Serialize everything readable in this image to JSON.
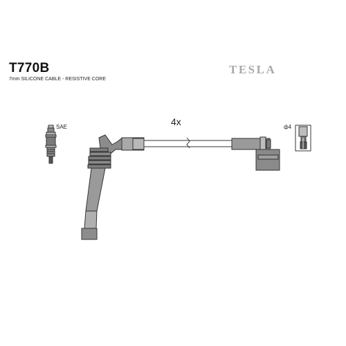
{
  "header": {
    "part_number": "T770B",
    "specification": "7mm SILICONE CABLE - RESISTIVE CORE",
    "brand": "TESLA"
  },
  "labels": {
    "plug_standard": "SAE",
    "quantity": "4x",
    "diameter": "ф4"
  },
  "colors": {
    "part_fill": "#9a9a9a",
    "outline": "#333333",
    "brand": "#a9a9a9"
  }
}
